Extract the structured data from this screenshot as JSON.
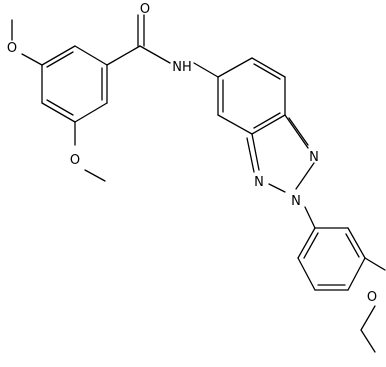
{
  "structure": {
    "colors": {
      "bond": "#000000",
      "label": "#000000",
      "background": "#ffffff"
    },
    "labels": {
      "carbonyl_o": "O",
      "amide_nh": "NH",
      "methoxy_o_top": "O",
      "methoxy_o_bottom": "O",
      "triazole_n1": "N",
      "triazole_n2": "N",
      "triazole_n3": "N",
      "ethoxy_o": "O"
    }
  }
}
